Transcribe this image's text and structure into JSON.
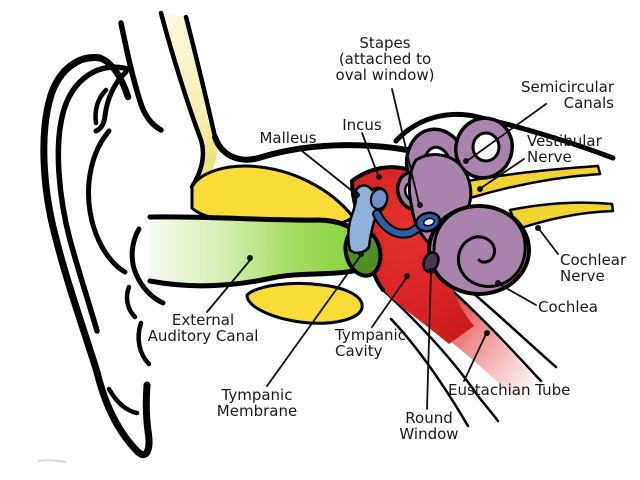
{
  "labels": {
    "stapes": {
      "lines": [
        "Stapes",
        "(attached to",
        "oval window)"
      ]
    },
    "incus": {
      "text": "Incus"
    },
    "malleus": {
      "text": "Malleus"
    },
    "semicircular_canals": {
      "lines": [
        "Semicircular",
        "Canals"
      ]
    },
    "vestibular_nerve": {
      "lines": [
        "Vestibular",
        "Nerve"
      ]
    },
    "cochlear_nerve": {
      "lines": [
        "Cochlear",
        "Nerve"
      ]
    },
    "cochlea": {
      "text": "Cochlea"
    },
    "external_auditory_canal": {
      "lines": [
        "External",
        "Auditory Canal"
      ]
    },
    "tympanic_cavity": {
      "lines": [
        "Tympanic",
        "Cavity"
      ]
    },
    "tympanic_membrane": {
      "lines": [
        "Tympanic",
        "Membrane"
      ]
    },
    "round_window": {
      "lines": [
        "Round",
        "Window"
      ]
    },
    "eustachian_tube": {
      "text": "Eustachian Tube"
    }
  },
  "colors": {
    "background": "#FFFFFF",
    "outline": "#000000",
    "bone_yellow": "#F9DC38",
    "nerve_yellow": "#F2D431",
    "skull_band_yellow": "#F6EFAE",
    "canal_green": "#82CF35",
    "canal_green_pale": "#EFF8E6",
    "membrane_green_dark": "#4F8E20",
    "cavity_red": "#D92121",
    "eustachian_pink": "#F0A4A4",
    "inner_ear_purple": "#A884AC",
    "malleus_blue": "#8FB2DC",
    "incus_blue": "#6B92CC",
    "stapes_blue": "#2D5FA8",
    "stapes_hole_blue": "#E8EEF8",
    "round_window_dark": "#44394E",
    "label_text": "#1A1A1A"
  }
}
